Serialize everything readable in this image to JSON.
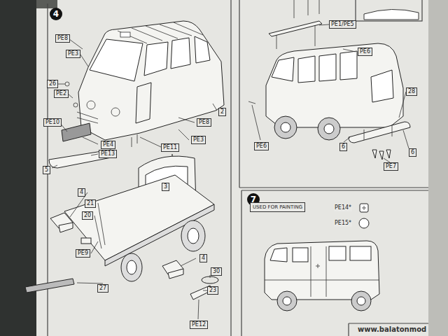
{
  "diagram": {
    "labels": [
      "4",
      "PE8",
      "PE3",
      "26",
      "PE2",
      "PE10",
      "PE4",
      "PE13",
      "5",
      "PE8",
      "2",
      "PE3",
      "PE11",
      "3",
      "4",
      "21",
      "20",
      "PE9",
      "4",
      "27",
      "30",
      "23",
      "PE12",
      "PE1/PE5",
      "PE6",
      "PE6",
      "28",
      "6",
      "6",
      "PE7",
      "7",
      "USED FOR PAINTING",
      "PE14*",
      "PE15*",
      "www.balatonmod"
    ]
  }
}
